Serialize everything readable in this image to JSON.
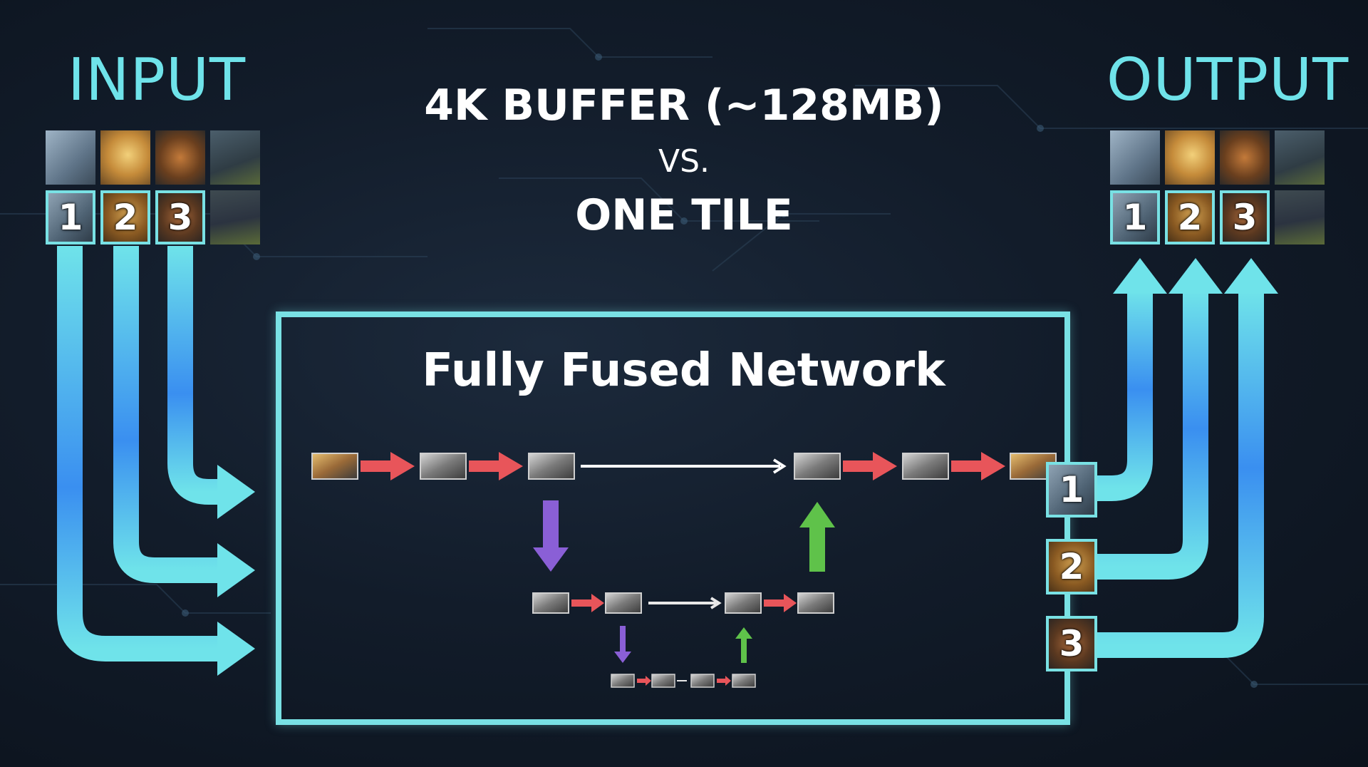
{
  "labels": {
    "input": "INPUT",
    "output": "OUTPUT",
    "title_line1": "4K BUFFER (~128MB)",
    "title_line2": "VS.",
    "title_line3": "ONE TILE",
    "network": "Fully Fused Network"
  },
  "input_grid": {
    "numbered_tiles": [
      "1",
      "2",
      "3"
    ]
  },
  "output_grid": {
    "numbered_tiles": [
      "1",
      "2",
      "3"
    ]
  },
  "side_tiles": [
    "1",
    "2",
    "3"
  ],
  "colors": {
    "accent_cyan": "#6fe3ea",
    "box_border": "#79e1e4",
    "arrow_blue": "#3a8ff0",
    "arrow_red": "#e8555a",
    "arrow_purple": "#8a5fd6",
    "arrow_green": "#5fc24a"
  }
}
